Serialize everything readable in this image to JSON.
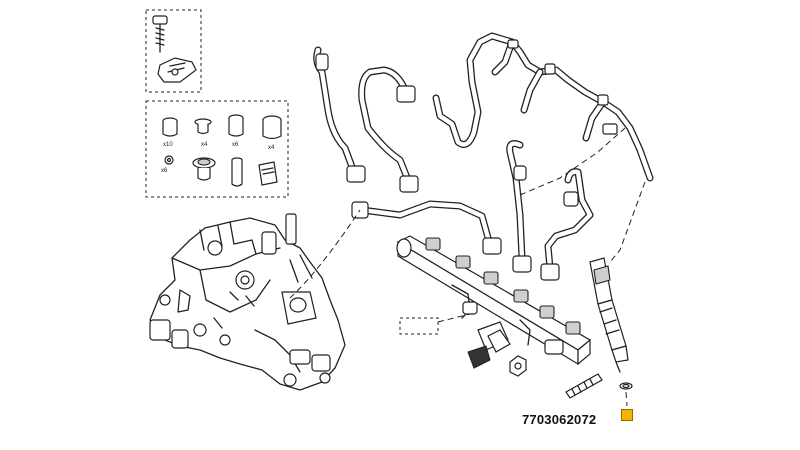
{
  "part_number": "7703062072",
  "kit_quantities": [
    "x10",
    "x4",
    "x6",
    "x4",
    "x6"
  ],
  "colors": {
    "line": "#222222",
    "callout_marker": "#f5b400",
    "background": "#ffffff"
  }
}
